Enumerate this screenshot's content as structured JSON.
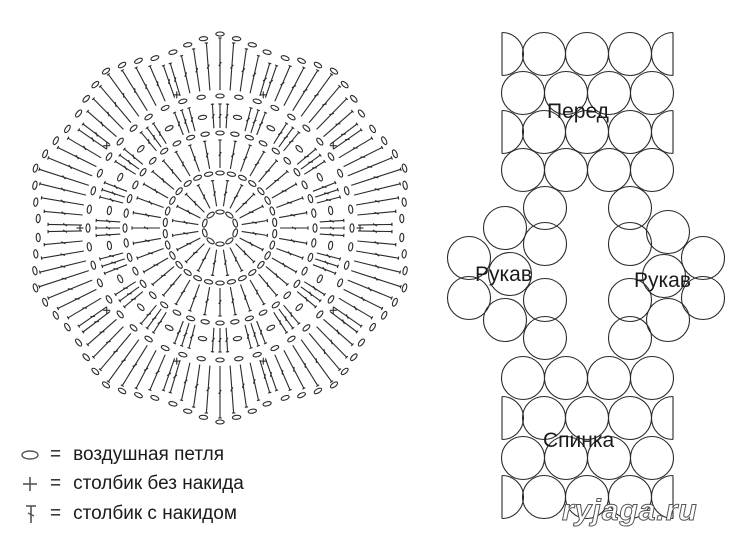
{
  "motif": {
    "name": "crochet-motif-chart",
    "petals": 10
  },
  "layout_labels": {
    "front": "Перед",
    "sleeve_left": "Рукав",
    "sleeve_right": "Рукав",
    "back": "Спинка"
  },
  "legend": [
    {
      "symbol": "chain-stitch-oval-icon",
      "equals": "=",
      "text": "воздушная петля"
    },
    {
      "symbol": "single-crochet-plus-icon",
      "equals": "=",
      "text": "столбик без накида"
    },
    {
      "symbol": "double-crochet-t-icon",
      "equals": "=",
      "text": "столбик с накидом"
    }
  ],
  "watermark": "ryjaga.ru",
  "colors": {
    "ink": "#2a2a2a",
    "background": "#ffffff"
  }
}
